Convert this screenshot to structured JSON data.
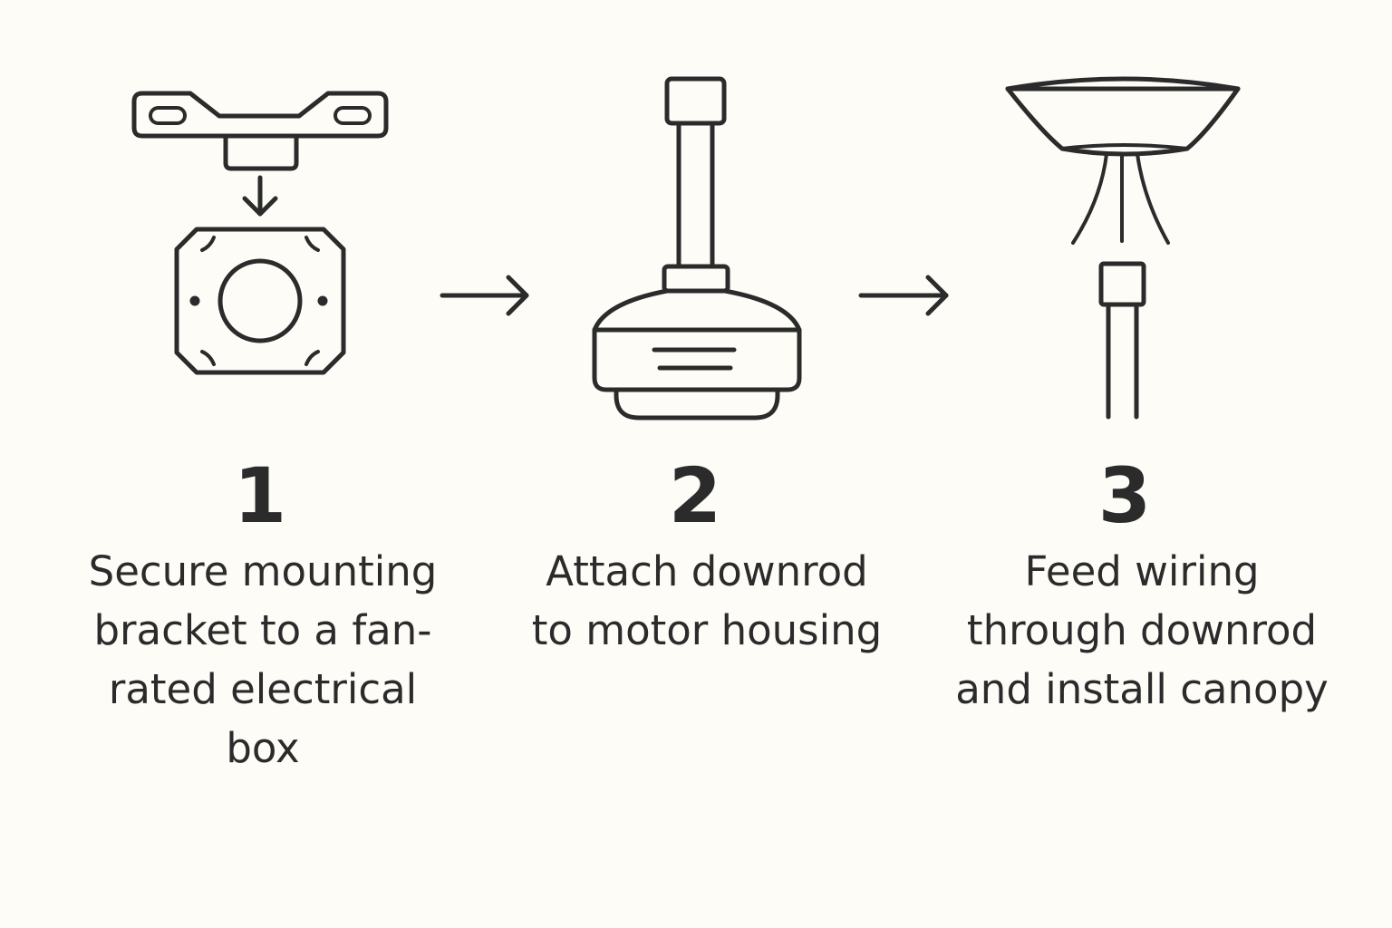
{
  "steps": [
    {
      "number": "1",
      "caption_lines": [
        "Secure mounting",
        "bracket to a fan-",
        "rated electrical",
        "box"
      ]
    },
    {
      "number": "2",
      "caption_lines": [
        "Attach downrod",
        "to motor housing"
      ]
    },
    {
      "number": "3",
      "caption_lines": [
        "Feed wiring",
        "through downrod",
        "and install canopy"
      ]
    }
  ],
  "icons": {
    "step1": "mounting-bracket-electrical-box-icon",
    "step2": "downrod-motor-housing-icon",
    "step3": "canopy-wiring-downrod-icon",
    "connector": "right-arrow-icon"
  },
  "colors": {
    "background": "#fdfcf7",
    "ink": "#2b2b2b"
  }
}
